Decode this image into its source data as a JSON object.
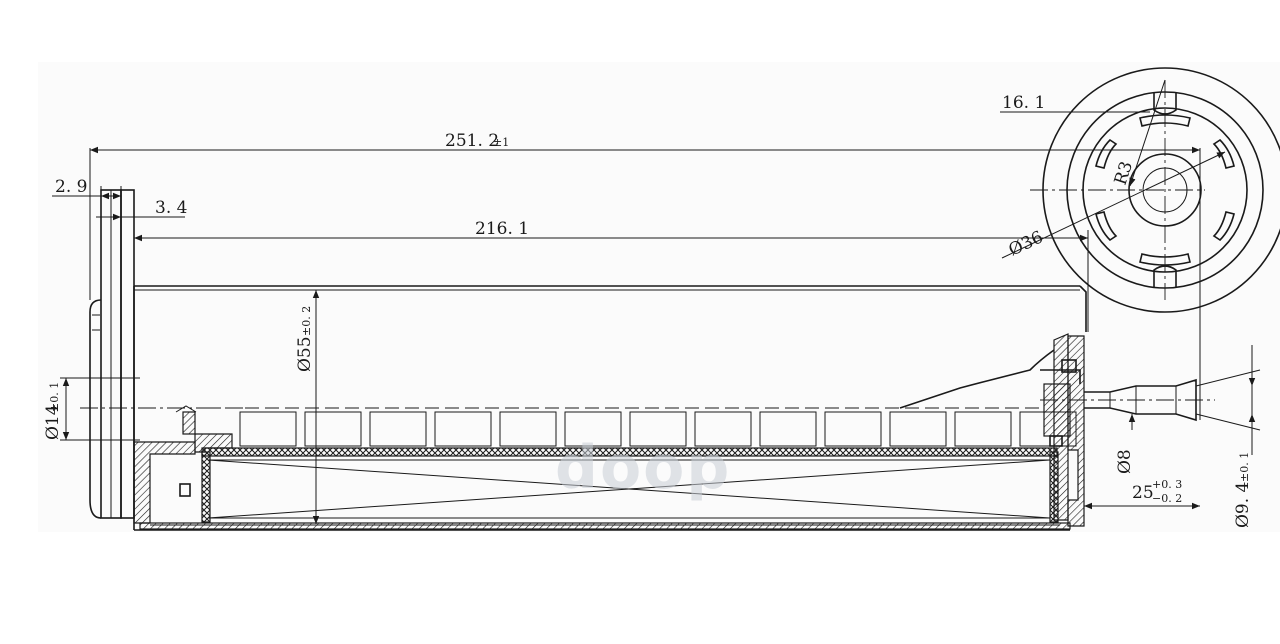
{
  "dimensions": {
    "overall_length": "251. 2",
    "overall_length_tol": "±1",
    "body_length": "216. 1",
    "flange_a": "2. 9",
    "flange_b": "3. 4",
    "end_rib": "16. 1",
    "diameter_body": "Ø55",
    "diameter_body_tol": "±0. 2",
    "diameter_inlet": "Ø14",
    "diameter_inlet_tol": "±0. 1",
    "diameter_end": "Ø36",
    "radius_end": "R3",
    "diameter_outlet_inner": "Ø8",
    "outlet_length": "25",
    "outlet_length_tol_upper": "+0. 3",
    "outlet_length_tol_lower": "−0. 2",
    "diameter_outlet": "Ø9. 4",
    "diameter_outlet_tol": "±0. 1"
  },
  "watermark": "doop"
}
